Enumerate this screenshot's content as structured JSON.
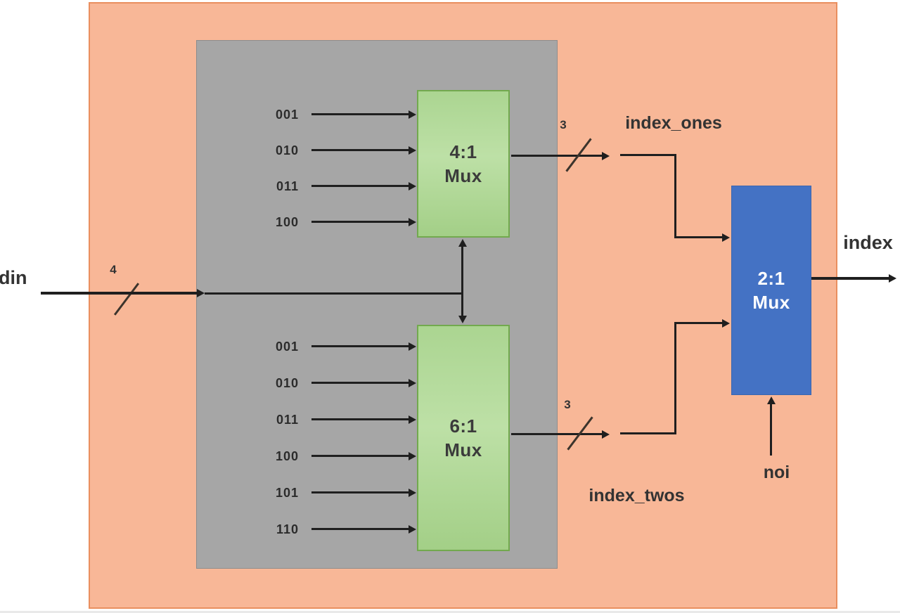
{
  "diagram": {
    "title_hint": "mux index selection block diagram",
    "din_label": "din",
    "din_bus_width": "4",
    "mux41": {
      "label_line1": "4:1",
      "label_line2": "Mux",
      "inputs": [
        "001",
        "010",
        "011",
        "100"
      ],
      "output_bus_width": "3",
      "output_label": "index_ones"
    },
    "mux61": {
      "label_line1": "6:1",
      "label_line2": "Mux",
      "inputs": [
        "001",
        "010",
        "011",
        "100",
        "101",
        "110"
      ],
      "output_bus_width": "3",
      "output_label": "index_twos"
    },
    "mux21": {
      "label_line1": "2:1",
      "label_line2": "Mux",
      "select_label": "noi",
      "output_label": "index"
    },
    "colors": {
      "outer_background": "#F8B797",
      "inner_background": "#A6A6A6",
      "mux_green_fill": "#ABD591",
      "mux_green_border": "#72A94E",
      "mux_blue_fill": "#4472C4",
      "line": "#1F1F1F"
    }
  }
}
